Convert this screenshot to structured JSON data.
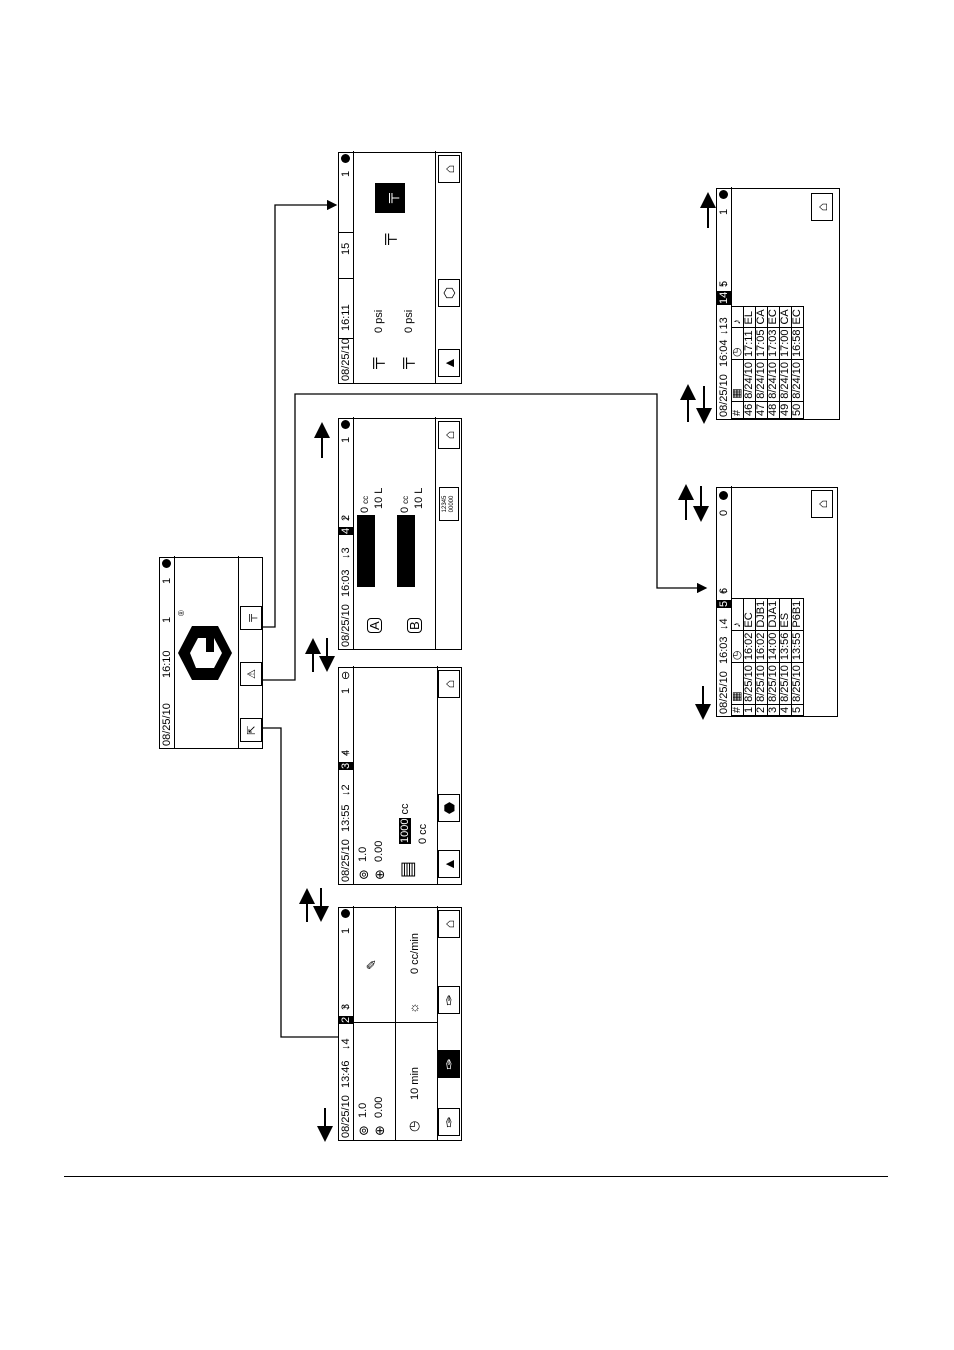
{
  "home": {
    "status": {
      "date": "08/25/10",
      "time": "16:10",
      "num": "1",
      "pos": "1"
    },
    "registered": "®"
  },
  "run": {
    "status": {
      "date": "08/25/10",
      "time": "13:46",
      "page_down": "4",
      "page": "2",
      "page_up": "3",
      "pos": "1"
    },
    "ratio": "1.0",
    "pressure": "0.00",
    "timer": "10 min",
    "flow": "0 cc/min"
  },
  "dispense": {
    "status": {
      "date": "08/25/10",
      "time": "13:55",
      "page_down": "2",
      "page": "3",
      "page_up": "4",
      "pos": "1"
    },
    "ratio": "1.0",
    "pressure": "0.00",
    "volume_target": "1000",
    "unit_cc": "cc",
    "volume_done": "0"
  },
  "totals": {
    "status": {
      "date": "08/25/10",
      "time": "16:03",
      "page_down": "3",
      "page": "4",
      "page_up": "2",
      "pos": "1"
    },
    "a_value": "0",
    "a_unit": "cc",
    "a_total": "10 L",
    "b_value": "0",
    "b_unit": "cc",
    "b_total": "10 L",
    "counter_top": "12345",
    "counter_bot": "00000"
  },
  "pumps": {
    "status": {
      "date": "08/25/10",
      "time": "16:11",
      "num": "15",
      "pos": "1"
    },
    "psi_a": "0 psi",
    "psi_b": "0 psi"
  },
  "errors1": {
    "status": {
      "date": "08/25/10",
      "time": "16:03",
      "page_down": "4",
      "page": "5",
      "page_up": "6",
      "pos": "0"
    },
    "hash": "#",
    "rows": [
      {
        "n": "1",
        "date": "8/25/10",
        "time": "16:02",
        "code": "EC"
      },
      {
        "n": "2",
        "date": "8/25/10",
        "time": "16:02",
        "code": "DJB1"
      },
      {
        "n": "3",
        "date": "8/25/10",
        "time": "14:00",
        "code": "DJA1"
      },
      {
        "n": "4",
        "date": "8/25/10",
        "time": "13:56",
        "code": "ES"
      },
      {
        "n": "5",
        "date": "8/25/10",
        "time": "13:55",
        "code": "P6B1"
      }
    ]
  },
  "errors2": {
    "status": {
      "date": "08/25/10",
      "time": "16:04",
      "page_down": "13",
      "page": "14",
      "page_up": "5",
      "pos": "1"
    },
    "hash": "#",
    "rows": [
      {
        "n": "46",
        "date": "8/24/10",
        "time": "17:11",
        "code": "EL"
      },
      {
        "n": "47",
        "date": "8/24/10",
        "time": "17:05",
        "code": "CA"
      },
      {
        "n": "48",
        "date": "8/24/10",
        "time": "17:03",
        "code": "EC"
      },
      {
        "n": "49",
        "date": "8/24/10",
        "time": "17:00",
        "code": "CA"
      },
      {
        "n": "50",
        "date": "8/24/10",
        "time": "16:58",
        "code": "EC"
      }
    ]
  }
}
